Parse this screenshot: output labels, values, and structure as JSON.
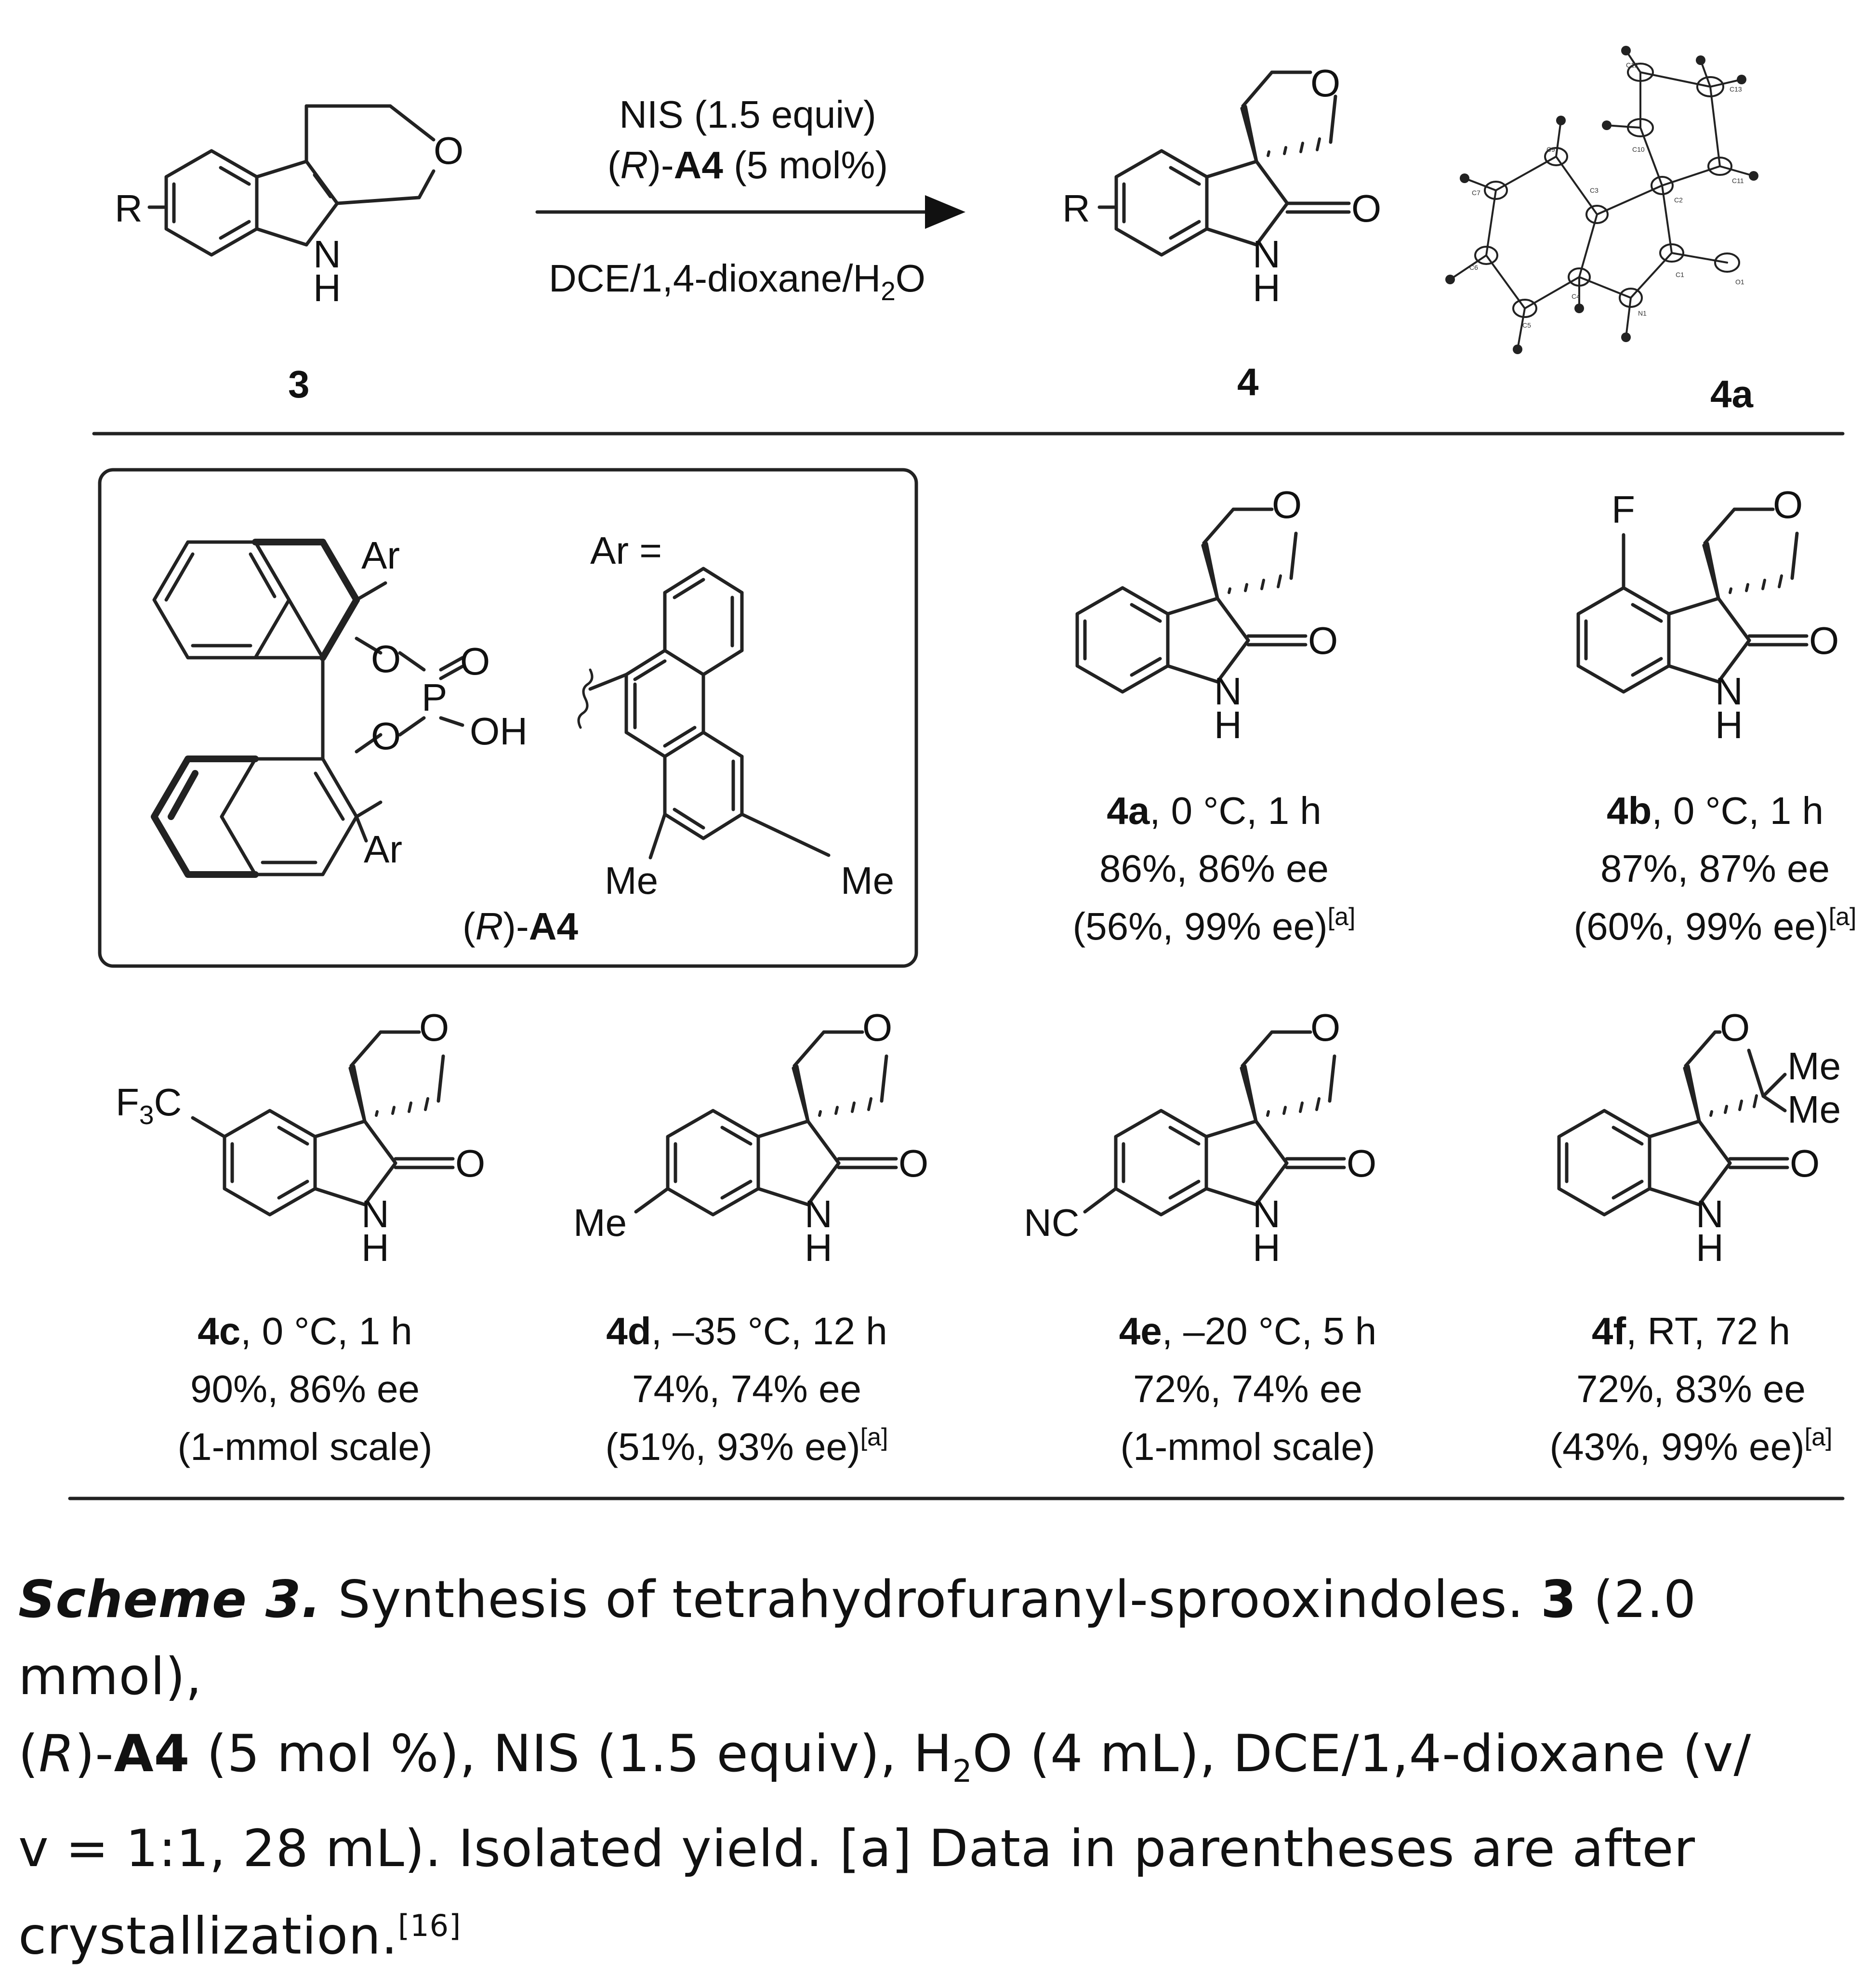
{
  "reaction": {
    "reagent_line": "NIS (1.5 equiv)",
    "catalyst_line": {
      "prefix": "(",
      "r": "R",
      "suffix": ")-",
      "bold": "A4",
      "tail": " (5 mol%)"
    },
    "solvent_line": {
      "main": "DCE/1,4-dioxane/H",
      "sub": "2",
      "tail": "O"
    },
    "substituent": "R",
    "start_label": "3",
    "product_label": "4",
    "xray_label": "4a"
  },
  "xray_atoms": [
    "C12",
    "C13",
    "C9",
    "C10",
    "C11",
    "C7",
    "C3",
    "C2",
    "C6",
    "C4",
    "C1",
    "O1",
    "C5",
    "N1"
  ],
  "catalyst": {
    "name": {
      "prefix": "(",
      "r": "R",
      "suffix": ")-",
      "bold": "A4"
    },
    "ar_equals": "Ar =",
    "ar": "Ar",
    "me": "Me"
  },
  "atoms": {
    "o": "O",
    "n": "N",
    "h": "H",
    "p": "P",
    "oh": "OH",
    "f": "F",
    "me": "Me",
    "f3c_f": "F",
    "f3c_3": "3",
    "f3c_c": "C",
    "nc": "NC"
  },
  "products": [
    {
      "id": "4a",
      "cond": ", 0 °C, 1 h",
      "yield": "86%, 86% ee",
      "note": "(56%, 99% ee)",
      "ref": "[a]"
    },
    {
      "id": "4b",
      "cond": ", 0 °C, 1 h",
      "yield": "87%, 87% ee",
      "note": "(60%, 99% ee)",
      "ref": "[a]"
    },
    {
      "id": "4c",
      "cond": ", 0 °C, 1 h",
      "yield": "90%, 86% ee",
      "note": "(1-mmol scale)",
      "ref": ""
    },
    {
      "id": "4d",
      "cond": ", –35 °C, 12 h",
      "yield": "74%, 74% ee",
      "note": "(51%, 93% ee)",
      "ref": "[a]"
    },
    {
      "id": "4e",
      "cond": ", –20 °C, 5 h",
      "yield": "72%, 74% ee",
      "note": "(1-mmol scale)",
      "ref": ""
    },
    {
      "id": "4f",
      "cond": ", RT, 72 h",
      "yield": "72%, 83% ee",
      "note": "(43%, 99% ee)",
      "ref": "[a]"
    }
  ],
  "caption": {
    "lead": "Scheme 3.",
    "t1": "Synthesis of tetrahydrofuranyl-sprooxindoles.",
    "b1": "3",
    "t2": "(2.0 mmol),",
    "t3": "(",
    "r": "R",
    "t4": ")-",
    "b2": "A4",
    "t5": "(5 mol %), NIS (1.5 equiv), H",
    "sub": "2",
    "t6": "O (4 mL), DCE/1,4-dioxane (v/",
    "t7": "v = 1:1, 28 mL). Isolated yield. [a] Data in parentheses are after",
    "t8": "crystallization.",
    "ref": "[16]"
  }
}
